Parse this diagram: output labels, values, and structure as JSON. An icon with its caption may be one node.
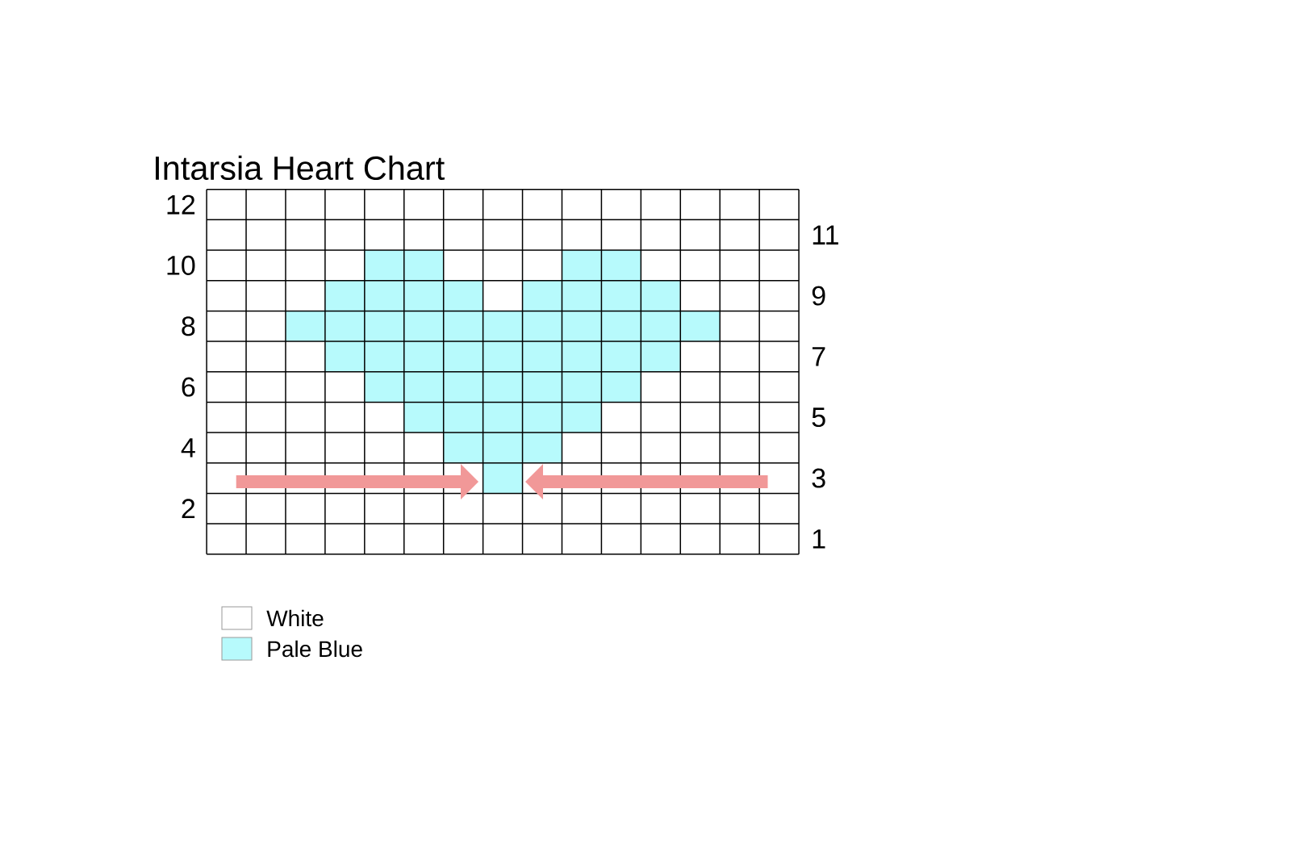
{
  "diagram": {
    "title": "Intarsia Heart Chart",
    "labels": [
      "12",
      "11",
      "10",
      "9",
      "8",
      "7",
      "6",
      "5",
      "4",
      "3",
      "2",
      "1"
    ],
    "legend": [
      {
        "text": "White"
      },
      {
        "text": "Pale Blue",
        "color": "#b7fafc"
      }
    ]
  }
}
